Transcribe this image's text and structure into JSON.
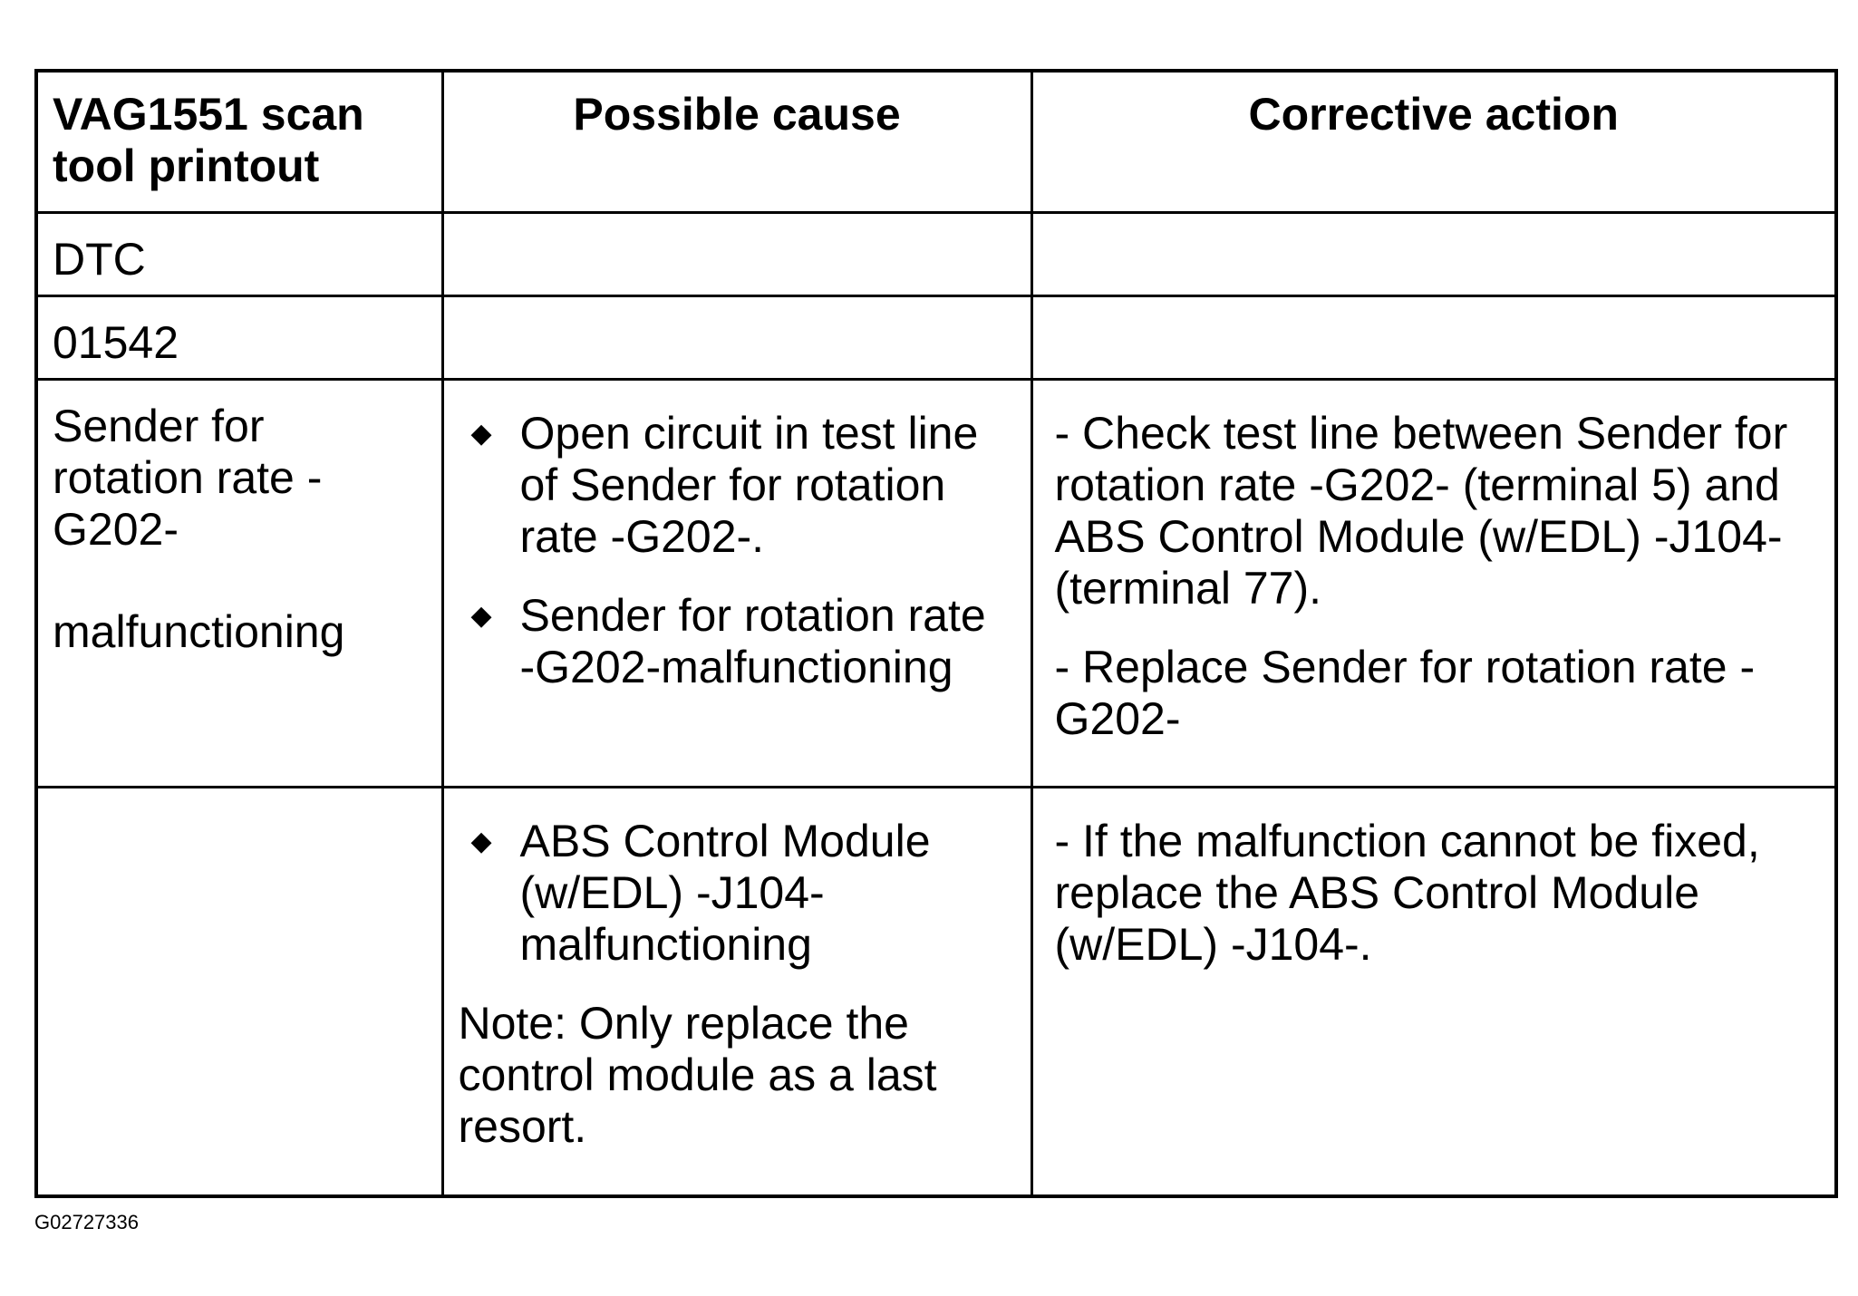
{
  "table": {
    "headers": {
      "col1": "VAG1551 scan tool printout",
      "col2": "Possible cause",
      "col3": "Corrective action"
    },
    "dtc_label": "DTC",
    "dtc_code": "01542",
    "symptom": {
      "line1": "Sender for rotation rate -G202-",
      "line2": "malfunctioning"
    },
    "causes": [
      "Open circuit in test line of Sender for rotation rate -G202-.",
      "Sender for rotation rate -G202-malfunctioning"
    ],
    "actions": [
      "- Check test line between Sender for rotation rate -G202- (terminal 5) and ABS Control Module (w/EDL) -J104- (terminal 77).",
      "- Replace Sender for rotation rate -G202-"
    ],
    "module_cause": "ABS Control Module (w/EDL) -J104- malfunctioning",
    "note": "Note: Only replace the control module as a last resort.",
    "module_action": "- If the malfunction cannot be fixed, replace the ABS Control Module (w/EDL) -J104-.",
    "bullet_glyph": "◆"
  },
  "figure_id": "G02727336"
}
